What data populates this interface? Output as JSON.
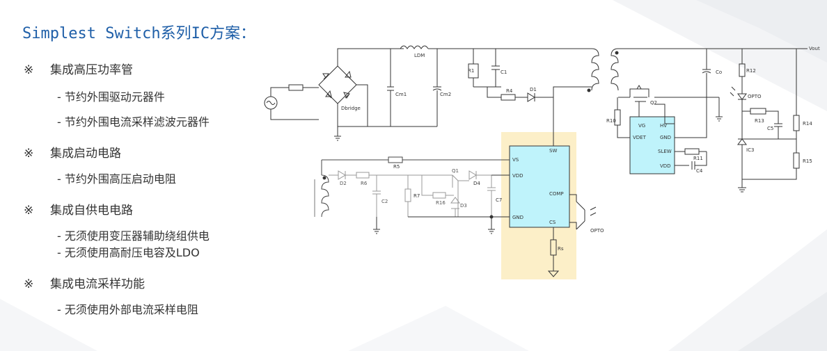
{
  "title": "Simplest Switch系列IC方案：",
  "bullet_mark": "※",
  "sections": [
    {
      "heading": "集成高压功率管",
      "items": [
        "- 节约外围驱动元器件",
        "- 节约外围电流采样滤波元器件"
      ]
    },
    {
      "heading": "集成启动电路",
      "items": [
        "- 节约外围高压启动电阻"
      ]
    },
    {
      "heading": "集成自供电电路",
      "items": [
        "- 无须使用变压器辅助绕组供电",
        "- 无须使用高耐压电容及LDO"
      ]
    },
    {
      "heading": "集成电流采样功能",
      "items": [
        "- 无须使用外部电流采样电阻"
      ]
    }
  ],
  "schematic": {
    "labels": {
      "ldm": "LDM",
      "cm1": "Cm1",
      "cm2": "Cm2",
      "dbridge": "Dbridge",
      "r1": "R1",
      "c1": "C1",
      "r4": "R4",
      "d1": "D1",
      "co": "Co",
      "vout": "Vout",
      "r12": "R12",
      "opto_top": "OPTO",
      "r13": "R13",
      "c5": "C5",
      "r14": "R14",
      "ic3": "IC3",
      "r15": "R15",
      "q2": "Q2",
      "r10": "R10",
      "r11": "R11",
      "c4": "C4",
      "ic2_pins": [
        "VG",
        "HV",
        "VDET",
        "GND",
        "SLEW",
        "VDD"
      ],
      "ic1_pins": [
        "SW",
        "VS",
        "VDD",
        "COMP",
        "GND",
        "CS"
      ],
      "r5": "R5",
      "d2": "D2",
      "r6": "R6",
      "c2": "C2",
      "r7": "R7",
      "q1": "Q1",
      "r16": "R16",
      "d3": "D3",
      "d4": "D4",
      "c7": "C7",
      "rs": "Rs",
      "opto_bottom": "OPTO"
    }
  },
  "colors": {
    "title": "#1f5fa8",
    "highlight": "#fcefc8",
    "chip": "#bff3fb",
    "wire": "#333333"
  }
}
